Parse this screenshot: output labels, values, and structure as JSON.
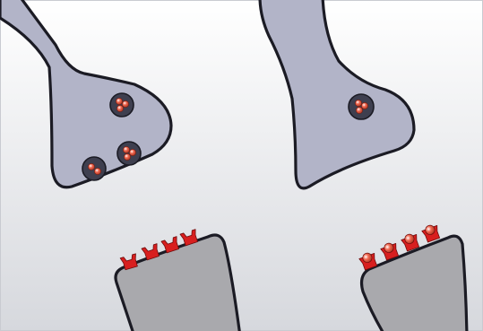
{
  "title": "",
  "panels": [
    {
      "id": "left",
      "presynaptic_terminal": {
        "shape": "axon-terminal",
        "vesicles": [
          {
            "kind": "vesicle",
            "neurotransmitters": 3
          },
          {
            "kind": "vesicle",
            "neurotransmitters": 2
          },
          {
            "kind": "vesicle",
            "neurotransmitters": 3
          }
        ]
      },
      "postsynaptic_terminal": {
        "receptors": [
          {
            "bound": false
          },
          {
            "bound": false
          },
          {
            "bound": false
          },
          {
            "bound": false
          }
        ]
      }
    },
    {
      "id": "right",
      "presynaptic_terminal": {
        "shape": "axon-terminal",
        "vesicles": [
          {
            "kind": "vesicle",
            "neurotransmitters": 3
          }
        ]
      },
      "postsynaptic_terminal": {
        "receptors": [
          {
            "bound": true
          },
          {
            "bound": true
          },
          {
            "bound": true
          },
          {
            "bound": true
          }
        ]
      }
    }
  ],
  "colors": {
    "background_top": "#ffffff",
    "background_bottom": "#d6d8dd",
    "presynaptic_fill": "#b2b4c8",
    "postsynaptic_fill": "#a9a9ad",
    "outline": "#1b1b24",
    "vesicle_fill": "#3e3f4f",
    "neurotransmitter": "#f26a52",
    "receptor": "#d81f1f"
  }
}
